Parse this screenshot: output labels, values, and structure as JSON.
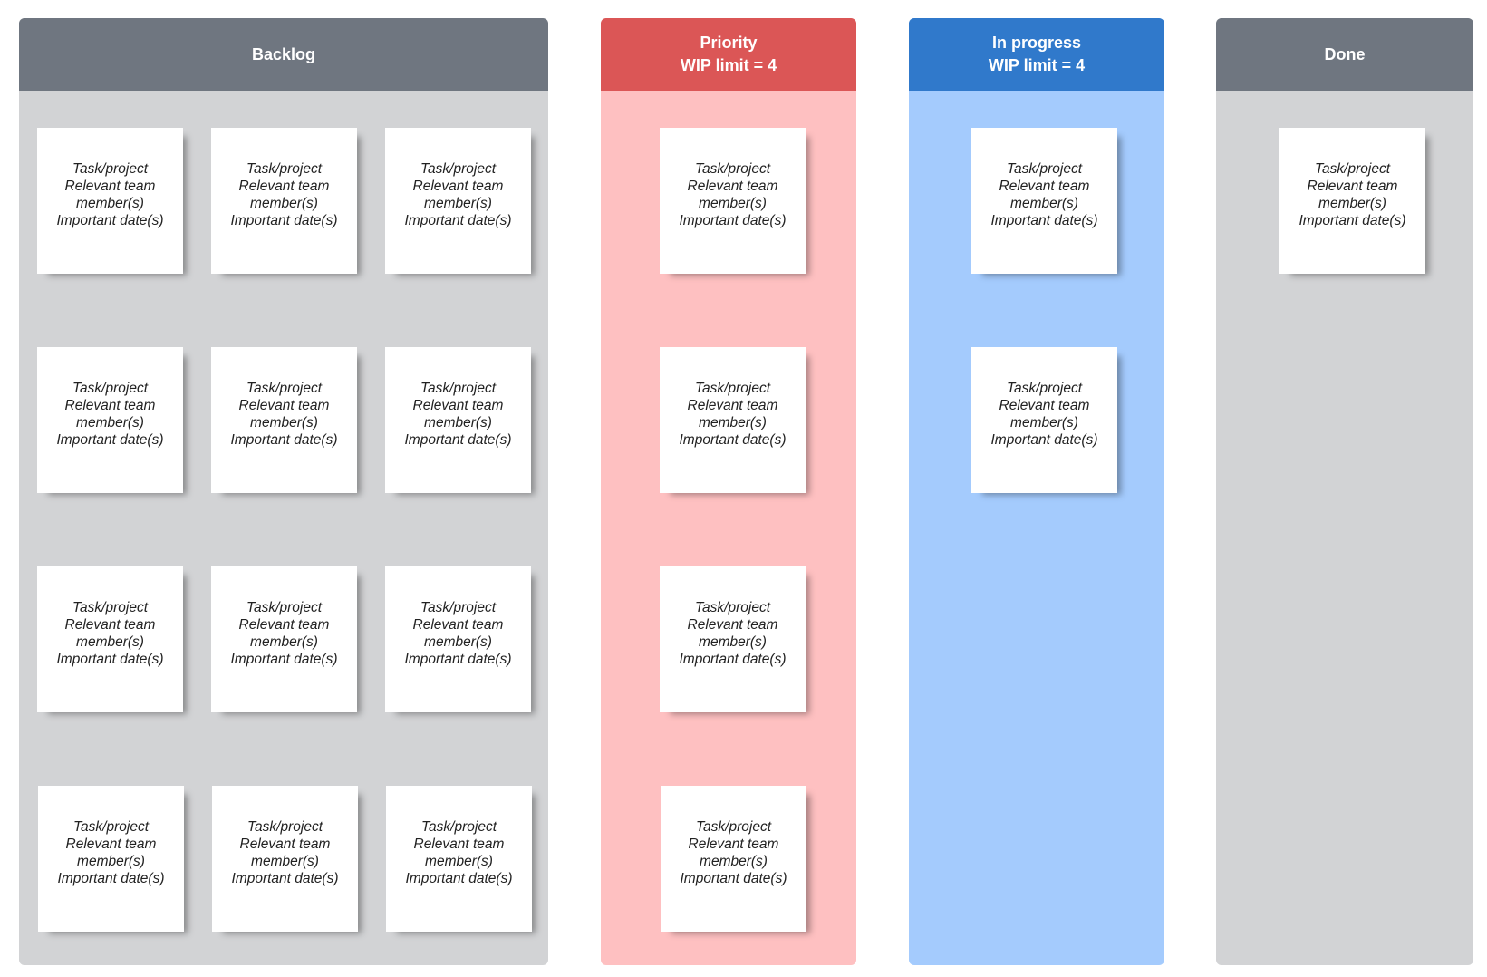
{
  "columns": [
    {
      "id": "backlog",
      "title_lines": [
        "Backlog"
      ],
      "header_color": "#6f7680",
      "body_color": "#d2d3d5",
      "card_count": 12
    },
    {
      "id": "priority",
      "title_lines": [
        "Priority",
        "WIP limit = 4"
      ],
      "header_color": "#db5656",
      "body_color": "#fec0c1",
      "card_count": 4
    },
    {
      "id": "in-progress",
      "title_lines": [
        "In progress",
        "WIP limit = 4"
      ],
      "header_color": "#3079cb",
      "body_color": "#a4cbfd",
      "card_count": 2
    },
    {
      "id": "done",
      "title_lines": [
        "Done"
      ],
      "header_color": "#6f7680",
      "body_color": "#d2d3d5",
      "card_count": 1
    }
  ],
  "card_template": {
    "line1": "Task/project",
    "line2": "Relevant team",
    "line3": "member(s)",
    "line4": "Important date(s)"
  }
}
